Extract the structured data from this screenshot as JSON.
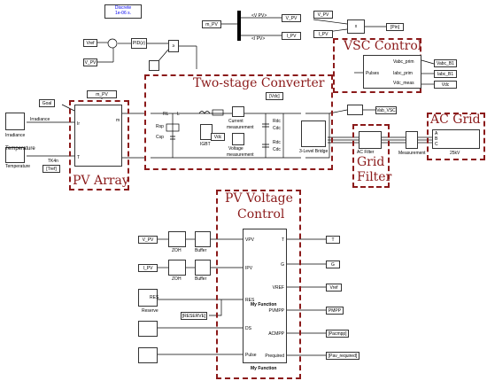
{
  "clock": {
    "line1": "Discrete",
    "line2": "1e-06 s."
  },
  "regions": {
    "two_stage": "Two-stage Converter",
    "vsc": "VSC Control",
    "ac_grid": "AC Grid",
    "pv_array": "PV Array",
    "grid_filter_line1": "Grid",
    "grid_filter_line2": "Filter",
    "pv_voltage_line1": "PV Voltage",
    "pv_voltage_line2": "Control"
  },
  "top_tags": {
    "v_pv": "V_PV",
    "i_pv": "I_PV",
    "m_pv": "m_PV",
    "pin": "[Pin]",
    "v_pv2": "V_PV",
    "i_pv2": "I_PV",
    "vref": "Vref",
    "v_pv3": "V_PV",
    "pid": "PID(z)",
    "mux_in1": "<V PV>",
    "mux_in2": "<I PV>"
  },
  "pv": {
    "goto": "m_PV",
    "from_goto": "Goal",
    "irr_label": "Irradiance",
    "irr_block": "Irradiance",
    "temp_label": "Temperature",
    "temp_block": "Temperature",
    "tref": "[Tref]",
    "port_ir": "Ir",
    "port_t": "T",
    "port_m": "m",
    "temp_unit": "TK4n"
  },
  "converter": {
    "rl": "RL",
    "l": "L",
    "rsp": "Rsp",
    "csp": "Csp",
    "igbt": "IGBT",
    "vdc": "[Vdc]",
    "vdc_tag": "Vdc",
    "current": "Current",
    "measurement1": "measurement",
    "voltage": "Voltage",
    "measurement2": "measurement",
    "rdc1": "Rdc",
    "cdc1": "Cdc",
    "rdc2": "Rdc",
    "cdc2": "Cdc",
    "bridge": "3-Level Bridge"
  },
  "vsc": {
    "pulses": "Pulses",
    "out1": "Vabc_prim",
    "out2": "Iabc_prim",
    "out3": "Vdc_meas",
    "tag1": "Vabc_B1",
    "tag2": "Iabc_B1",
    "tag3": "Vdc",
    "vab": "Vab_VSC"
  },
  "filter": {
    "label": "AC Filter",
    "measurement": "Measurement",
    "source": "25kV",
    "pa": "A",
    "pb": "B",
    "pc": "C"
  },
  "pvc": {
    "v_pv": "V_PV",
    "i_pv": "I_PV",
    "zoh1": "ZOH",
    "zoh2": "ZOH",
    "buf1": "Buffer",
    "buf2": "Buffer",
    "reserve_block": "RES",
    "reserve_label": "Reserve",
    "reserve_tag": "[RESERVE]",
    "fn_inputs": [
      "VPV",
      "IPV",
      "RES",
      "DS",
      "Pulse"
    ],
    "fn_outputs": [
      "T",
      "G",
      "VREF",
      "PVMPP",
      "ACMPP",
      "Prequired"
    ],
    "fn_center": "My Function",
    "fn_caption": "My Function",
    "out_tags": [
      "T",
      "G",
      "Vref",
      "PMPP",
      "[Pacmpp]",
      "[Pav_required]"
    ]
  }
}
